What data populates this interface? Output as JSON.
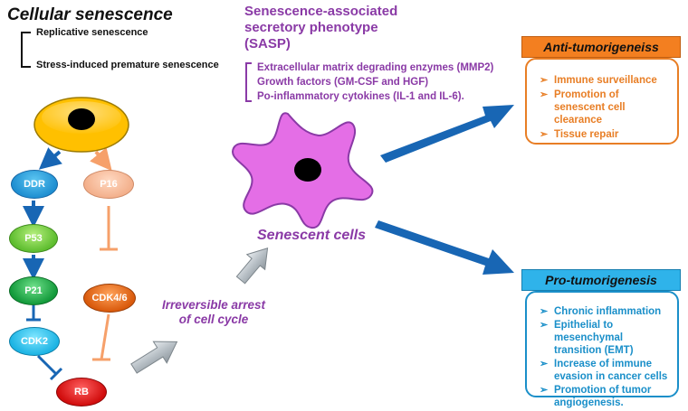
{
  "title": "Cellular senescence",
  "senescence_types": [
    "Replicative senescence",
    "Stress-induced premature senescence"
  ],
  "sasp": {
    "title": "Senescence-associated secretory phenotype (SASP)",
    "items": [
      "Extracellular matrix degrading enzymes (MMP2)",
      "Growth factors (GM-CSF and HGF)",
      "Po-inflammatory cytokines (IL-1 and IL-6)."
    ]
  },
  "pathway": {
    "ddr": "DDR",
    "p16": "P16",
    "p53": "P53",
    "p21": "P21",
    "cdk46": "CDK4/6",
    "cdk2": "CDK2",
    "rb": "RB"
  },
  "arrest_label": "Irreversible arrest of cell cycle",
  "senescent_label": "Senescent cells",
  "anti": {
    "header": "Anti-tumorigeneiss",
    "items": [
      "Immune surveillance",
      "Promotion of senescent cell clearance",
      "Tissue repair"
    ]
  },
  "pro": {
    "header": "Pro-tumorigenesis",
    "items": [
      "Chronic inflammation",
      "Epithelial to mesenchymal transition (EMT)",
      "Increase of immune evasion in cancer cells",
      "Promotion of tumor angiogenesis."
    ]
  },
  "colors": {
    "sasp_purple": "#8a3aa6",
    "orange": "#e87e25",
    "blue": "#1a8fc9",
    "arrow_blue": "#1866b4",
    "cell_yellow": "#ffc000",
    "senescent_pink": "#e46ee6"
  }
}
